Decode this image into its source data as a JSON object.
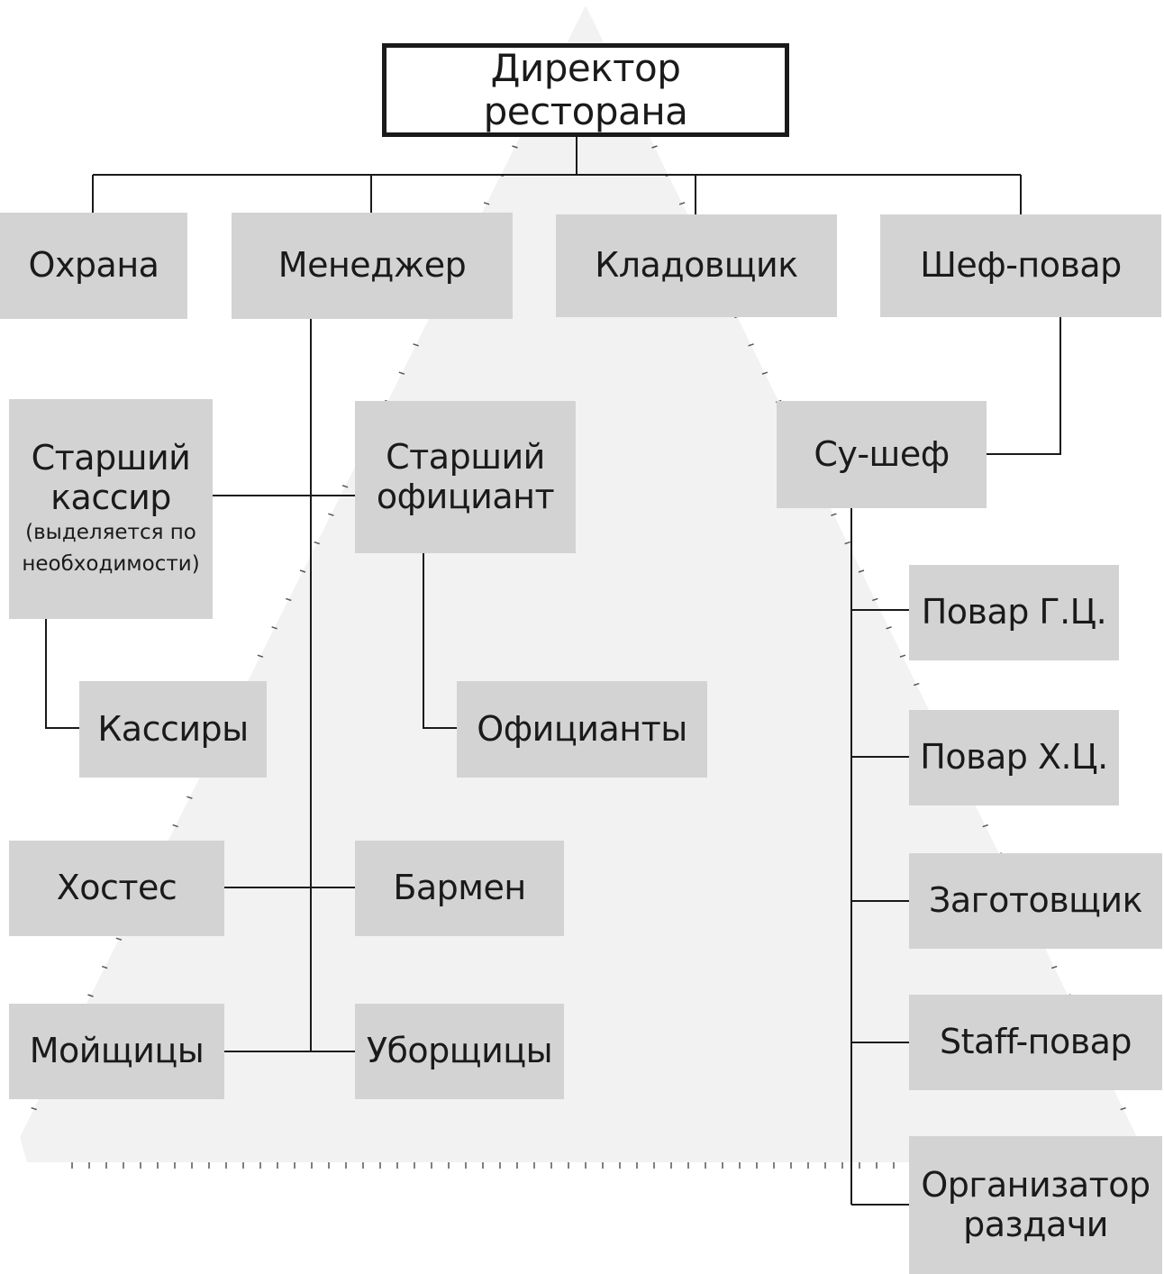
{
  "colors": {
    "box_fill": "#d3d3d3",
    "line": "#1a1a1a",
    "triangle_fill": "#f2f2f2"
  },
  "nodes": {
    "director": "Директор ресторана",
    "security": "Охрана",
    "manager": "Менеджер",
    "storekeeper": "Кладовщик",
    "chef": "Шеф-повар",
    "senior_cashier": {
      "line1": "Старший",
      "line2": "кассир",
      "note1": "(выделяется по",
      "note2": "необходимости)"
    },
    "head_waiter": {
      "line1": "Старший",
      "line2": "официант"
    },
    "sous_chef": "Су-шеф",
    "cashiers": "Кассиры",
    "waiters": "Официанты",
    "cook_hot": "Повар Г.Ц.",
    "cook_cold": "Повар Х.Ц.",
    "hostess": "Хостес",
    "bartender": "Бармен",
    "prep_cook": "Заготовщик",
    "staff_cook": "Staff-повар",
    "dishwashers": "Мойщицы",
    "cleaners": "Уборщицы",
    "distribution_organizer": {
      "line1": "Организатор",
      "line2": "раздачи"
    }
  }
}
